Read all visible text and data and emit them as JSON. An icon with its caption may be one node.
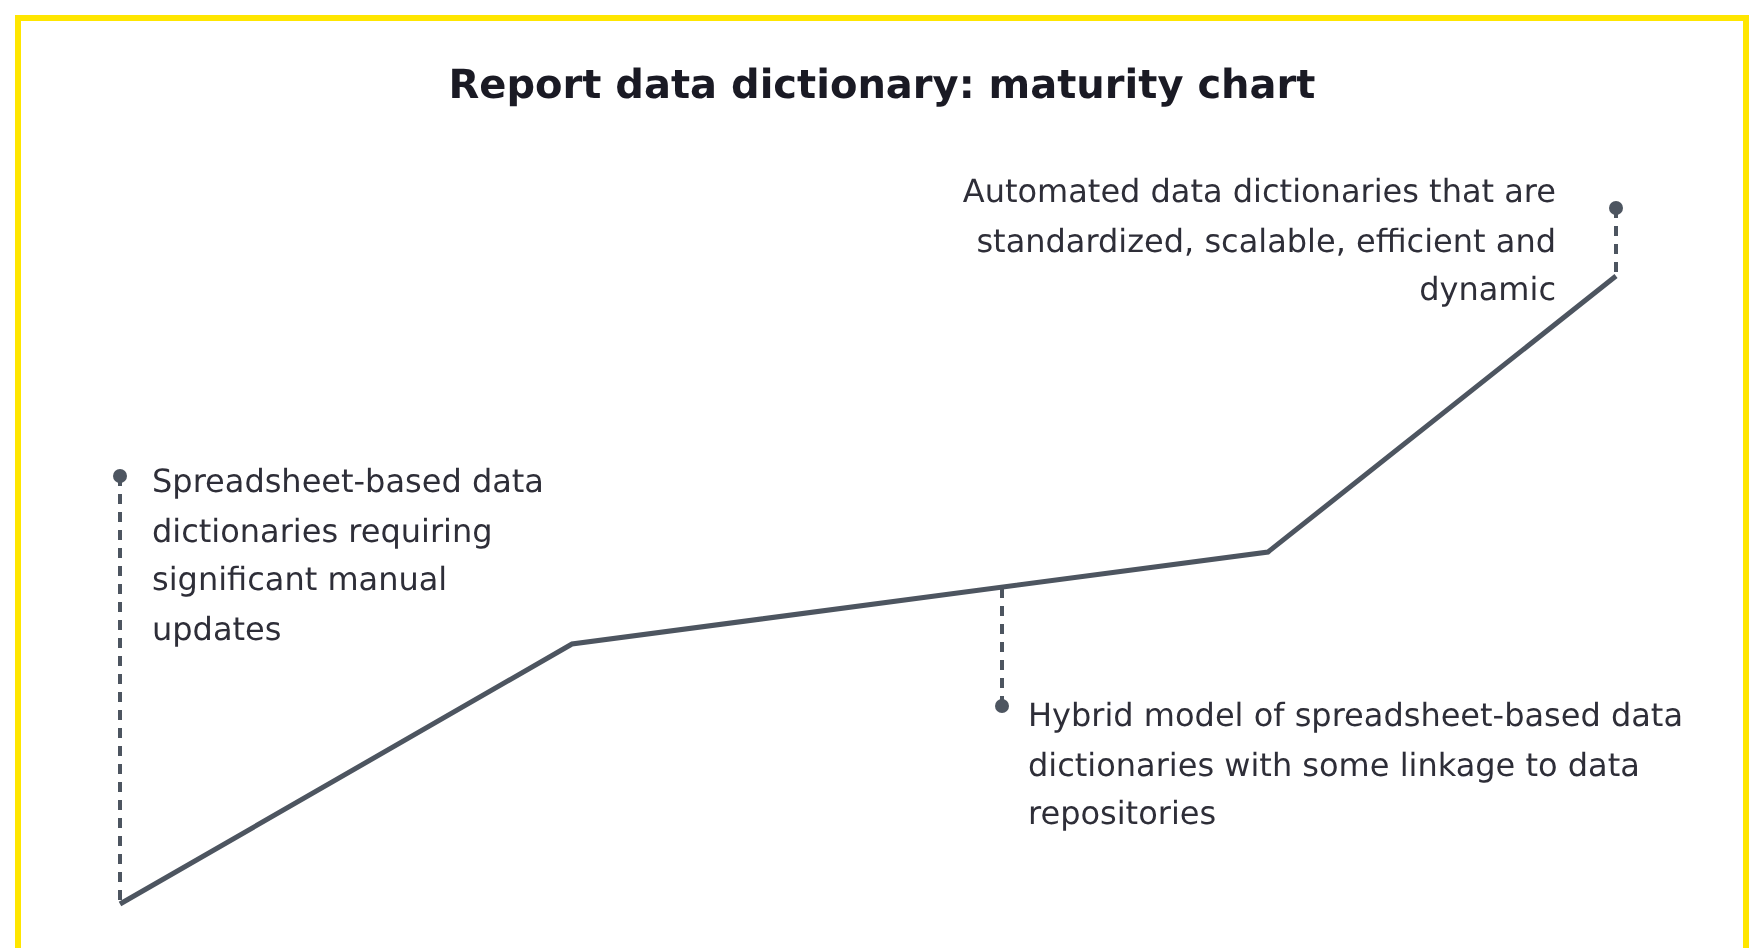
{
  "diagram": {
    "title": "Report data dictionary: maturity chart",
    "nodes": [
      {
        "text": [
          "Spreadsheet-based data dictionaries requiring significant manual updates"
        ]
      },
      {
        "text": [
          "Hybrid model of spreadsheet-based data dictionaries with some linkage to data repositories"
        ]
      },
      {
        "text": [
          "Automated data dictionaries that are standardized, scalable, efficient and dynamic"
        ]
      }
    ],
    "edges": [
      {
        "from": 0,
        "to": null,
        "arrow": "other",
        "style": "dashed"
      },
      {
        "from": 1,
        "to": null,
        "arrow": "other",
        "style": "dashed"
      },
      {
        "from": 2,
        "to": null,
        "arrow": "other",
        "style": "dashed"
      }
    ]
  }
}
